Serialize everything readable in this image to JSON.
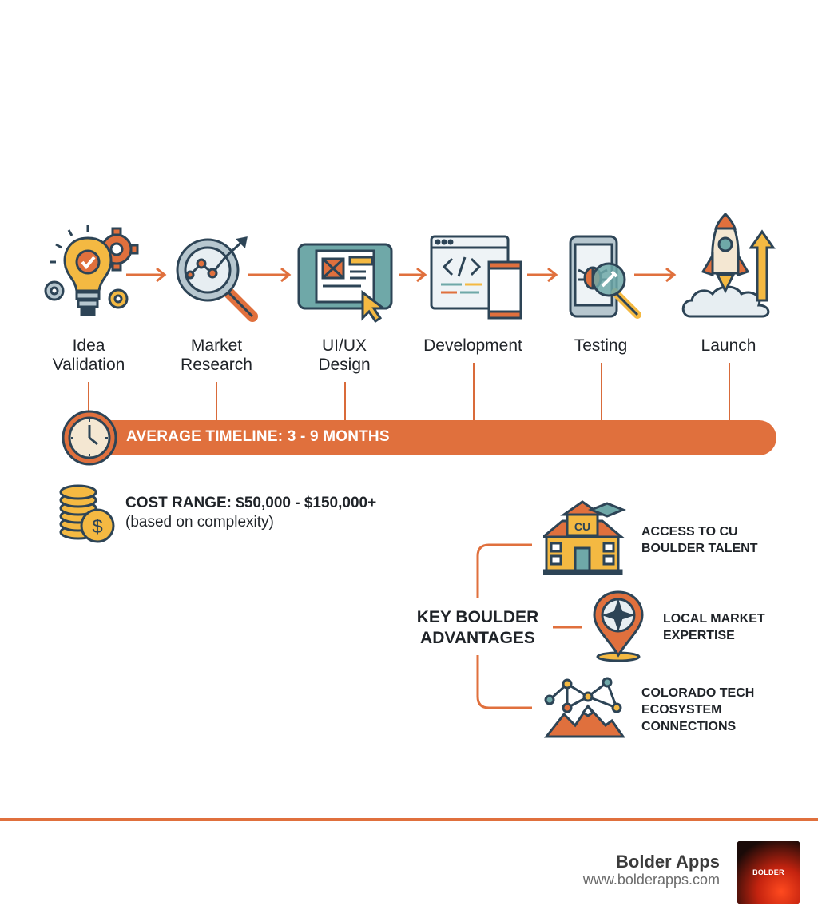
{
  "steps": [
    {
      "label": "Idea\nValidation",
      "icon": "lightbulb-gears-icon"
    },
    {
      "label": "Market\nResearch",
      "icon": "magnifier-chart-icon"
    },
    {
      "label": "UI/UX\nDesign",
      "icon": "wireframe-cursor-icon"
    },
    {
      "label": "Development",
      "icon": "code-window-phone-icon"
    },
    {
      "label": "Testing",
      "icon": "phone-bug-icon"
    },
    {
      "label": "Launch",
      "icon": "rocket-icon"
    }
  ],
  "timeline": {
    "text": "AVERAGE TIMELINE: 3 - 9 MONTHS",
    "icon": "clock-icon"
  },
  "cost": {
    "title": "COST RANGE: $50,000 - $150,000+",
    "subtitle": "(based on complexity)",
    "icon": "coins-icon"
  },
  "advantages": {
    "title": "KEY BOULDER\nADVANTAGES",
    "items": [
      {
        "label": "ACCESS TO CU\nBOULDER TALENT",
        "icon": "university-icon",
        "icon_text": "CU"
      },
      {
        "label": "LOCAL MARKET\nEXPERTISE",
        "icon": "map-pin-compass-icon"
      },
      {
        "label": "COLORADO TECH\nECOSYSTEM\nCONNECTIONS",
        "icon": "mountain-network-icon"
      }
    ]
  },
  "footer": {
    "brand": "Bolder Apps",
    "url": "www.bolderapps.com",
    "logo_text": "BOLDER"
  },
  "colors": {
    "accent": "#e0703d",
    "navy": "#2d4456",
    "gold": "#f4b942",
    "teal": "#6fa8a8"
  }
}
